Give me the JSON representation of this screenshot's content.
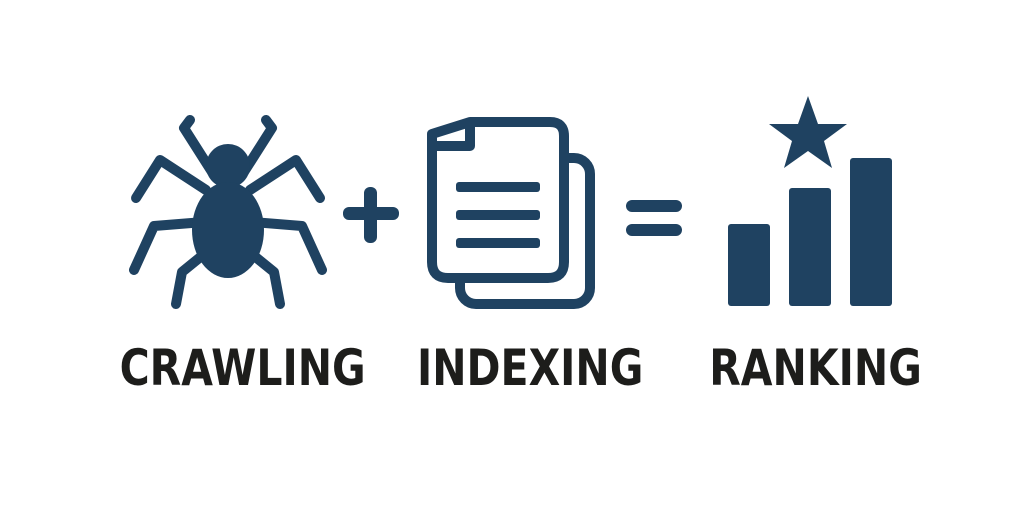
{
  "steps": [
    {
      "label": "CRAWLING",
      "icon": "spider-icon"
    },
    {
      "label": "INDEXING",
      "icon": "documents-icon"
    },
    {
      "label": "RANKING",
      "icon": "ranking-bar-chart-star-icon"
    }
  ],
  "operators": [
    "+",
    "="
  ],
  "colors": {
    "icon": "#1f4261",
    "text": "#1d1d1b",
    "background": "#ffffff"
  }
}
